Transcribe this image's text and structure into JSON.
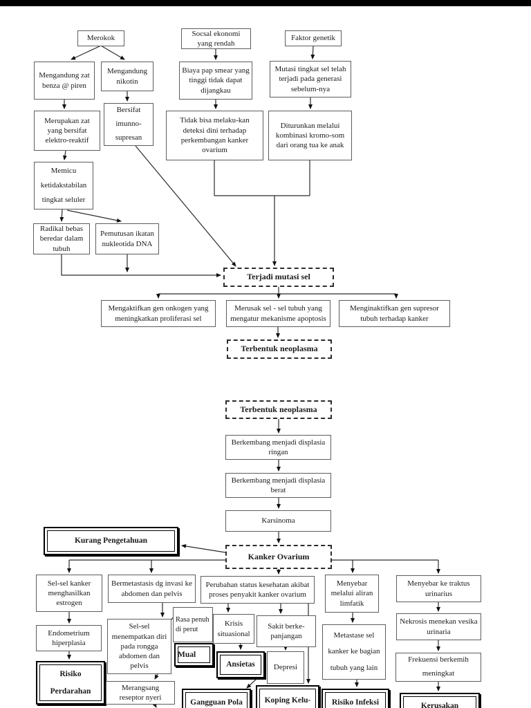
{
  "page": {
    "background_color": "#ffffff",
    "top_bar_color": "#000000",
    "ink_color": "#1a1a1a",
    "box_border_color": "#5c5c5c"
  },
  "nodes": {
    "merokok": "Merokok",
    "sosial_ekonomi": "Socsal ekonomi yang rendah",
    "faktor_genetik": "Faktor genetik",
    "benza": "Mengandung zat benza @ piren",
    "nikotin": "Mengandung nikotin",
    "biaya_pap_smear": "Biaya pap smear yang tinggi tidak dapat dijangkau",
    "mutasi_generasi": "Mutasi tingkat sel telah terjadi pada generasi sebelum-nya",
    "elektro_reaktif": "Merupakan zat yang bersifat elektro-reaktif",
    "imunno_supresan": "Bersifat imunno-supresan",
    "tidak_deteksi": "Tidak bisa melaku-kan deteksi dini terhadap perkembangan kanker ovarium",
    "diturunkan": "Diturunkan melalui kombinasi kromo-som dari orang tua ke anak",
    "memicu": "Memicu ketidakstabilan tingkat seluler",
    "radikal_bebas": "Radikal bebas beredar dalam tubuh",
    "pemutusan_dna": "Pemutusan ikatan nukleotida DNA",
    "terjadi_mutasi": "Terjadi mutasi sel",
    "onkogen": "Mengaktifkan gen onkogen yang meningkatkan proliferasi sel",
    "apoptosis": "Merusak sel - sel tubuh yang mengatur mekanisme apoptosis",
    "supresor": "Menginaktifkan gen supresor tubuh terhadap kanker",
    "neoplasma_1": "Terbentuk neoplasma",
    "neoplasma_2": "Terbentuk neoplasma",
    "displasia_ringan": "Berkembang menjadi displasia ringan",
    "displasia_berat": "Berkembang menjadi displasia berat",
    "karsinoma": "Karsinoma",
    "kanker_ovarium": "Kanker Ovarium",
    "kurang_pengetahuan": "Kurang Pengetahuan",
    "estrogen": "Sel-sel kanker menghasilkan estrogen",
    "bermetastasis": "Bermetastasis dg invasi ke abdomen dan pelvis",
    "perubahan_status": "Perubahan status kesehatan akibat proses penyakit kanker ovarium",
    "aliran_limfatik": "Menyebar melalui aliran limfatik",
    "traktus_urinarius": "Menyebar ke traktus urinarius",
    "endometrium": "Endometrium hiperplasia",
    "risiko_perdarahan": "Risiko Perdarahan",
    "menempatkan_diri": "Sel-sel menempatkan diri pada rongga abdomen dan pelvis",
    "merangsang_nyeri": "Merangsang reseptor nyeri",
    "rasa_penuh": "Rasa penuh di perut",
    "mual": "Mual",
    "krisis": "Krisis situasional",
    "sakit": "Sakit berke-panjangan",
    "ansietas": "Ansietas",
    "depresi": "Depresi",
    "metastase_sel": "Metastase sel kanker ke bagian tubuh yang lain",
    "nekrosis": "Nekrosis menekan vesika urinaria",
    "frekuensi": "Frekuensi berkemih meningkat",
    "gangguan_pola": "Gangguan Pola",
    "koping": "Koping Kelu-",
    "risiko_infeksi": "Risiko Infeksi",
    "kerusakan": "Kerusakan"
  }
}
